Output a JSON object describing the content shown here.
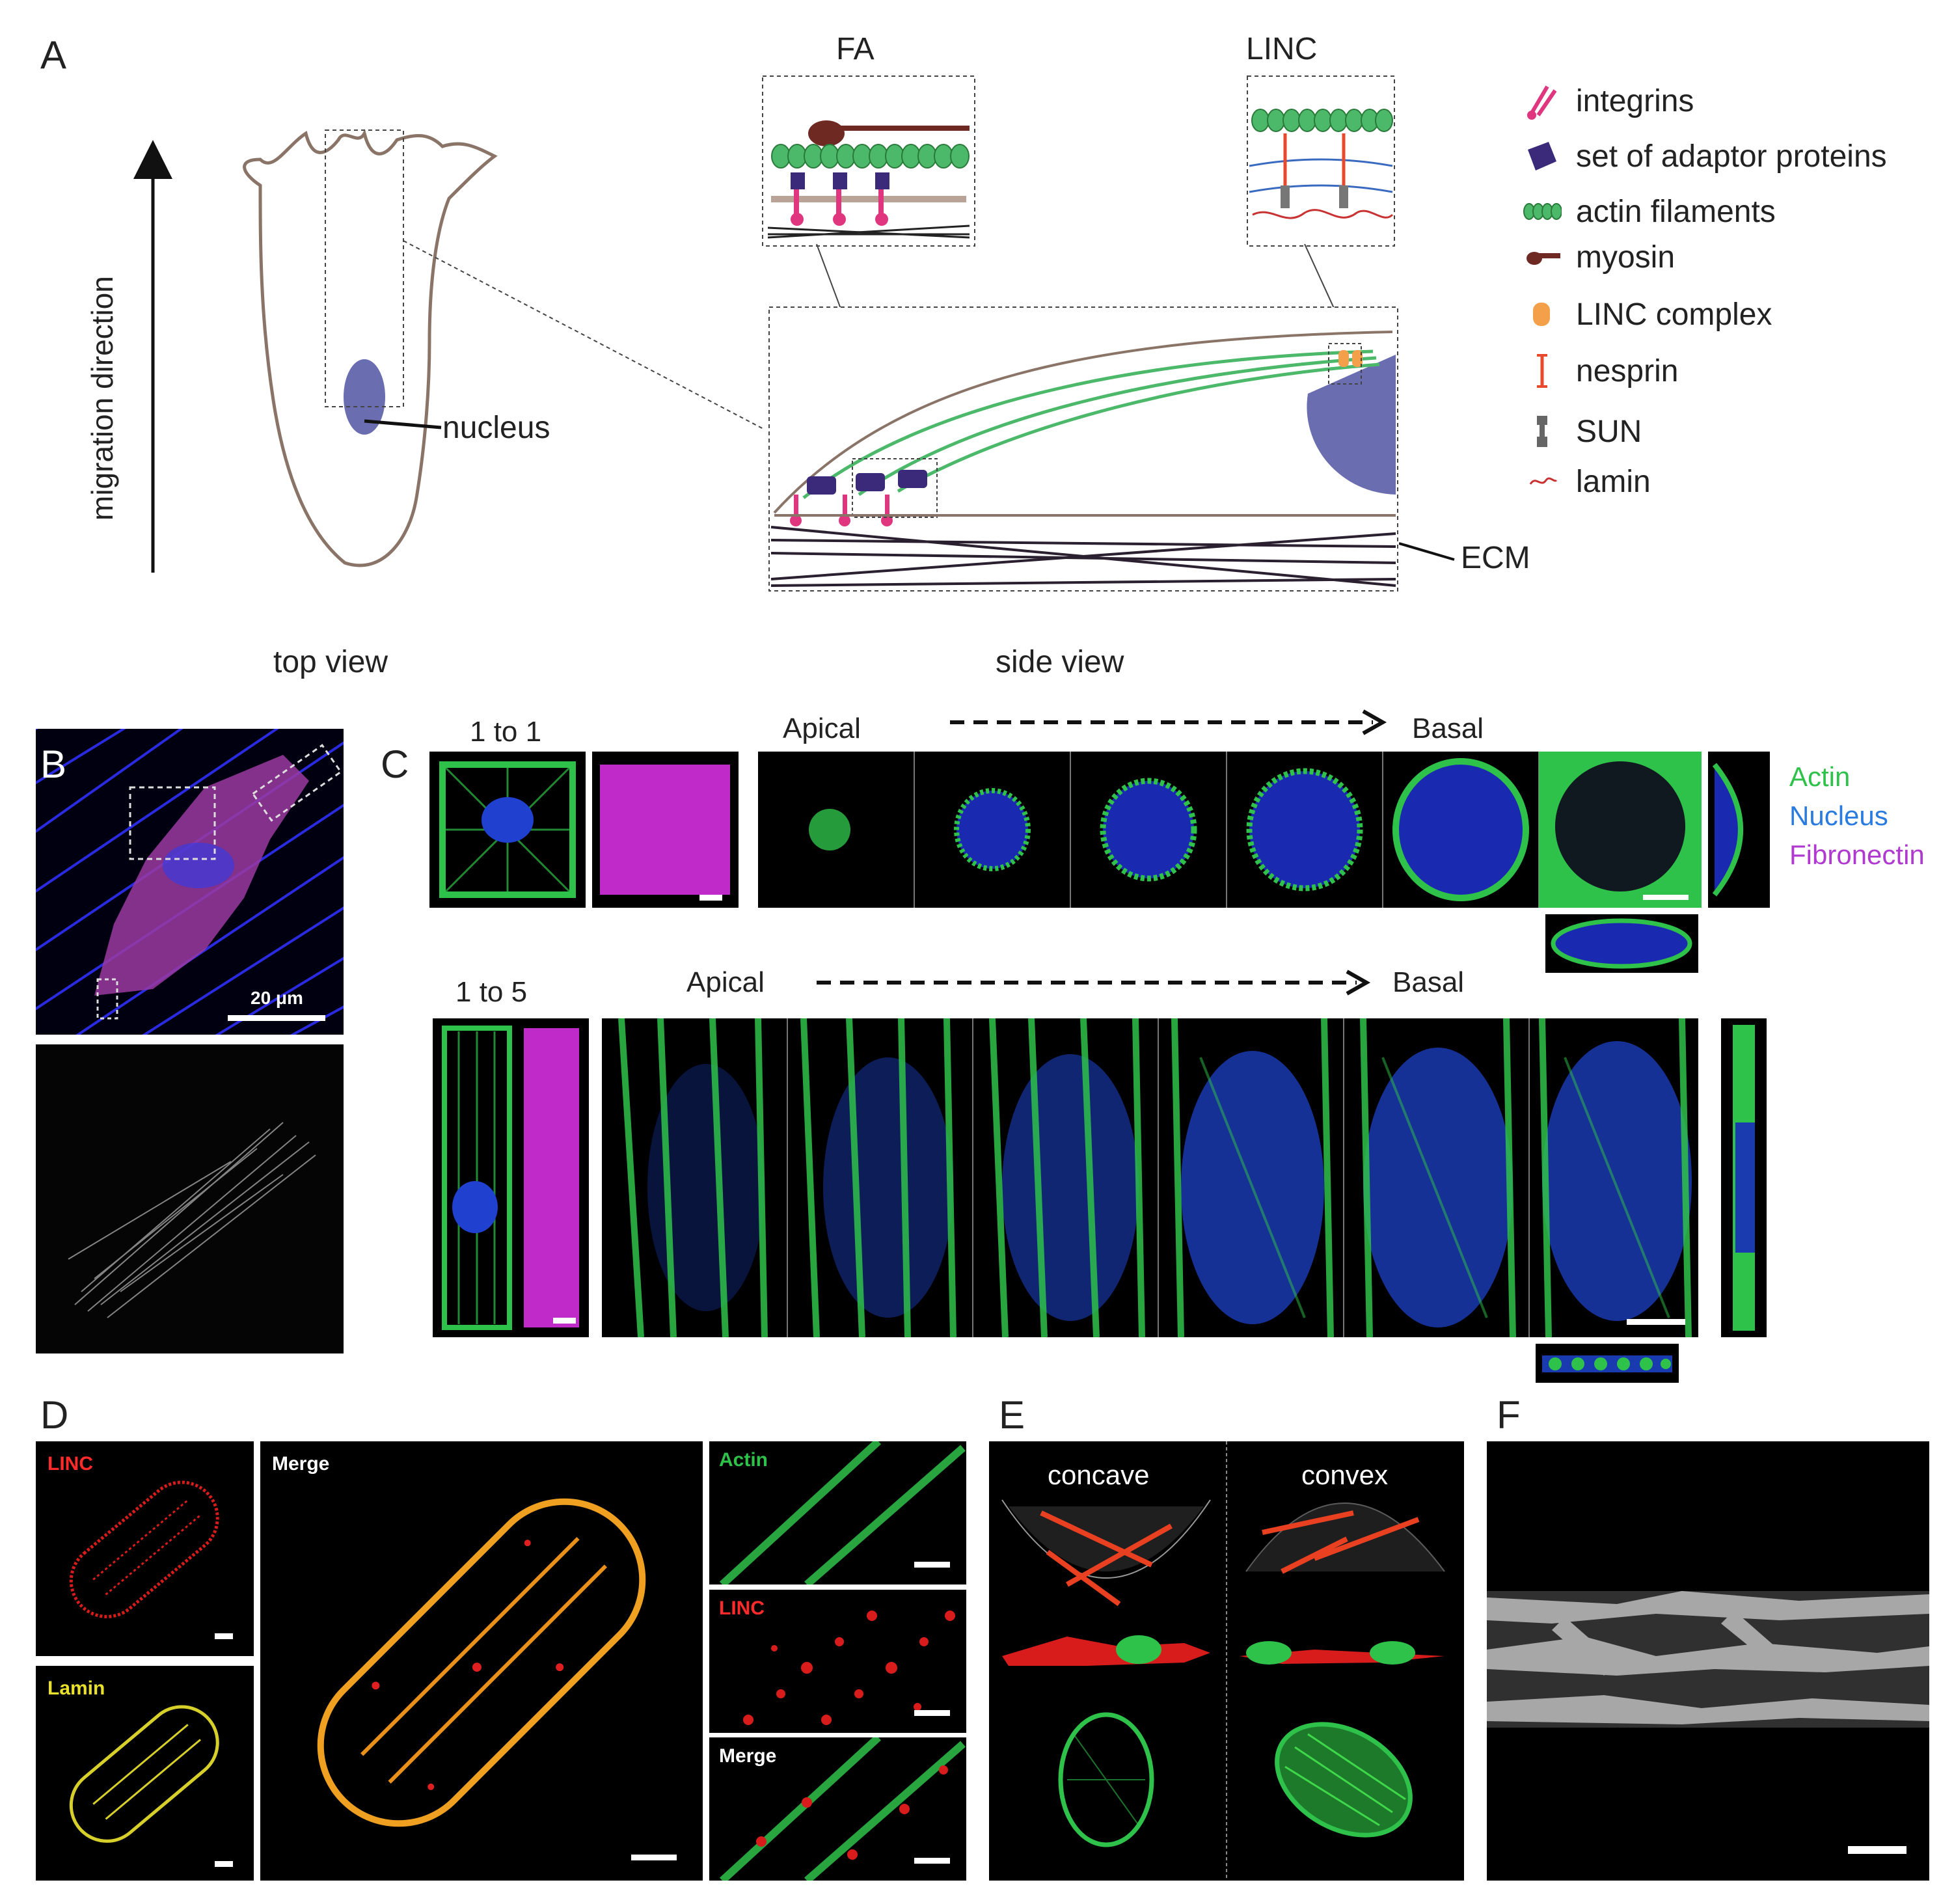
{
  "panel_letters": {
    "a": "A",
    "b": "B",
    "c": "C",
    "d": "D",
    "e": "E",
    "f": "F"
  },
  "panel_a": {
    "axis_label": "migration direction",
    "nucleus_label": "nucleus",
    "top_view_label": "top view",
    "side_view_label": "side view",
    "fa_label": "FA",
    "linc_label": "LINC",
    "ecm_label": "ECM",
    "legend": [
      {
        "icon": "integrin-icon",
        "label": "integrins",
        "color": "#e0357f"
      },
      {
        "icon": "adaptor-protein-icon",
        "label": "set of adaptor proteins",
        "color": "#3b2a7a"
      },
      {
        "icon": "actin-filament-icon",
        "label": "actin filaments",
        "color": "#3fae5c"
      },
      {
        "icon": "myosin-icon",
        "label": "myosin",
        "color": "#7a2a2a"
      },
      {
        "icon": "linc-complex-icon",
        "label": "LINC complex",
        "color": "#f4a04a"
      },
      {
        "icon": "nesprin-icon",
        "label": "nesprin",
        "color": "#e8482b"
      },
      {
        "icon": "sun-icon",
        "label": "SUN",
        "color": "#666666"
      },
      {
        "icon": "lamin-icon",
        "label": "lamin",
        "color": "#c83232"
      }
    ]
  },
  "panel_b": {
    "scale_label": "20 μm"
  },
  "panel_c": {
    "ratio_1to1": "1 to 1",
    "ratio_1to5": "1 to 5",
    "apical": "Apical",
    "basal": "Basal",
    "channels": [
      {
        "label": "Actin",
        "color": "#2fc24a"
      },
      {
        "label": "Nucleus",
        "color": "#2a7be0"
      },
      {
        "label": "Fibronectin",
        "color": "#b03ad0"
      }
    ]
  },
  "panel_d": {
    "linc": "LINC",
    "lamin": "Lamin",
    "merge": "Merge",
    "actin": "Actin",
    "linc_small": "LINC",
    "merge_small": "Merge"
  },
  "panel_e": {
    "concave": "concave",
    "convex": "convex"
  }
}
